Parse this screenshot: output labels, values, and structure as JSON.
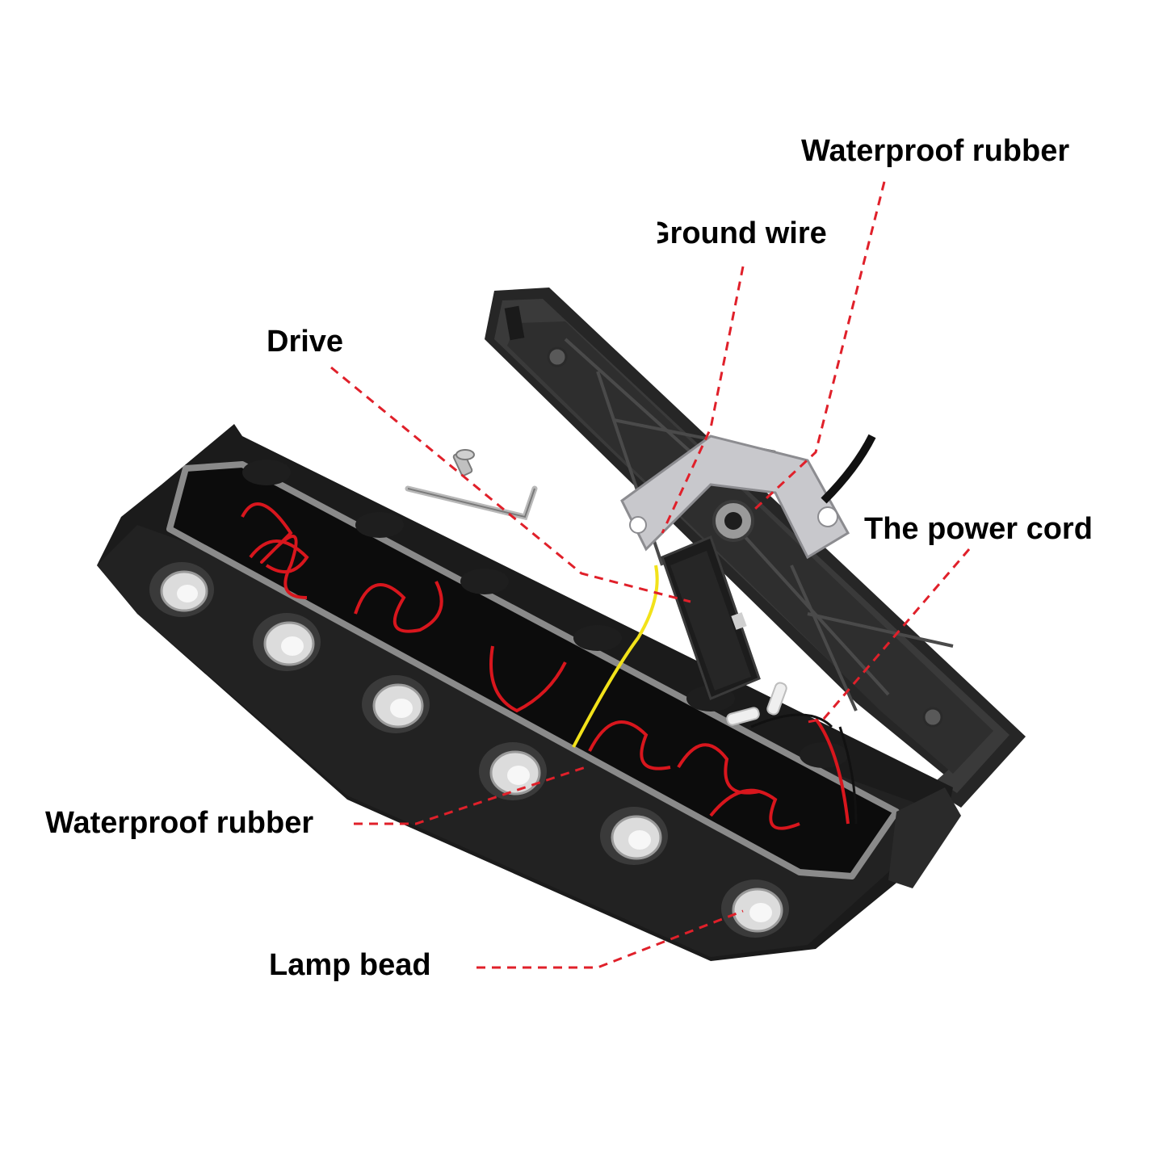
{
  "labels": {
    "waterproof_rubber_top": "Waterproof rubber",
    "ground_wire": "Ground wire",
    "drive": "Drive",
    "power_cord": "The power cord",
    "waterproof_rubber_bottom": "Waterproof rubber",
    "lamp_bead": "Lamp bead"
  },
  "colors": {
    "leader": "#e0202a",
    "housing": "#1b1b1b",
    "gasket": "#8a8a8a",
    "wire_red": "#d8161d",
    "wire_yellow": "#f2e21a",
    "metal": "#c8c8cc"
  }
}
